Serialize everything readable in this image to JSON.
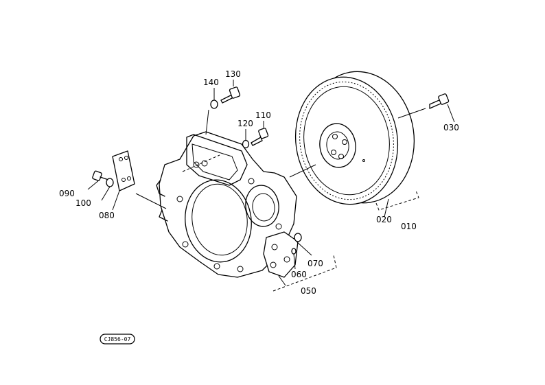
{
  "labels": {
    "p010": "010",
    "p020": "020",
    "p030": "030",
    "p050": "050",
    "p060": "060",
    "p070": "070",
    "p080": "080",
    "p090": "090",
    "p100": "100",
    "p110": "110",
    "p120": "120",
    "p130": "130",
    "p140": "140"
  },
  "drawing_code": "CJ856-07"
}
